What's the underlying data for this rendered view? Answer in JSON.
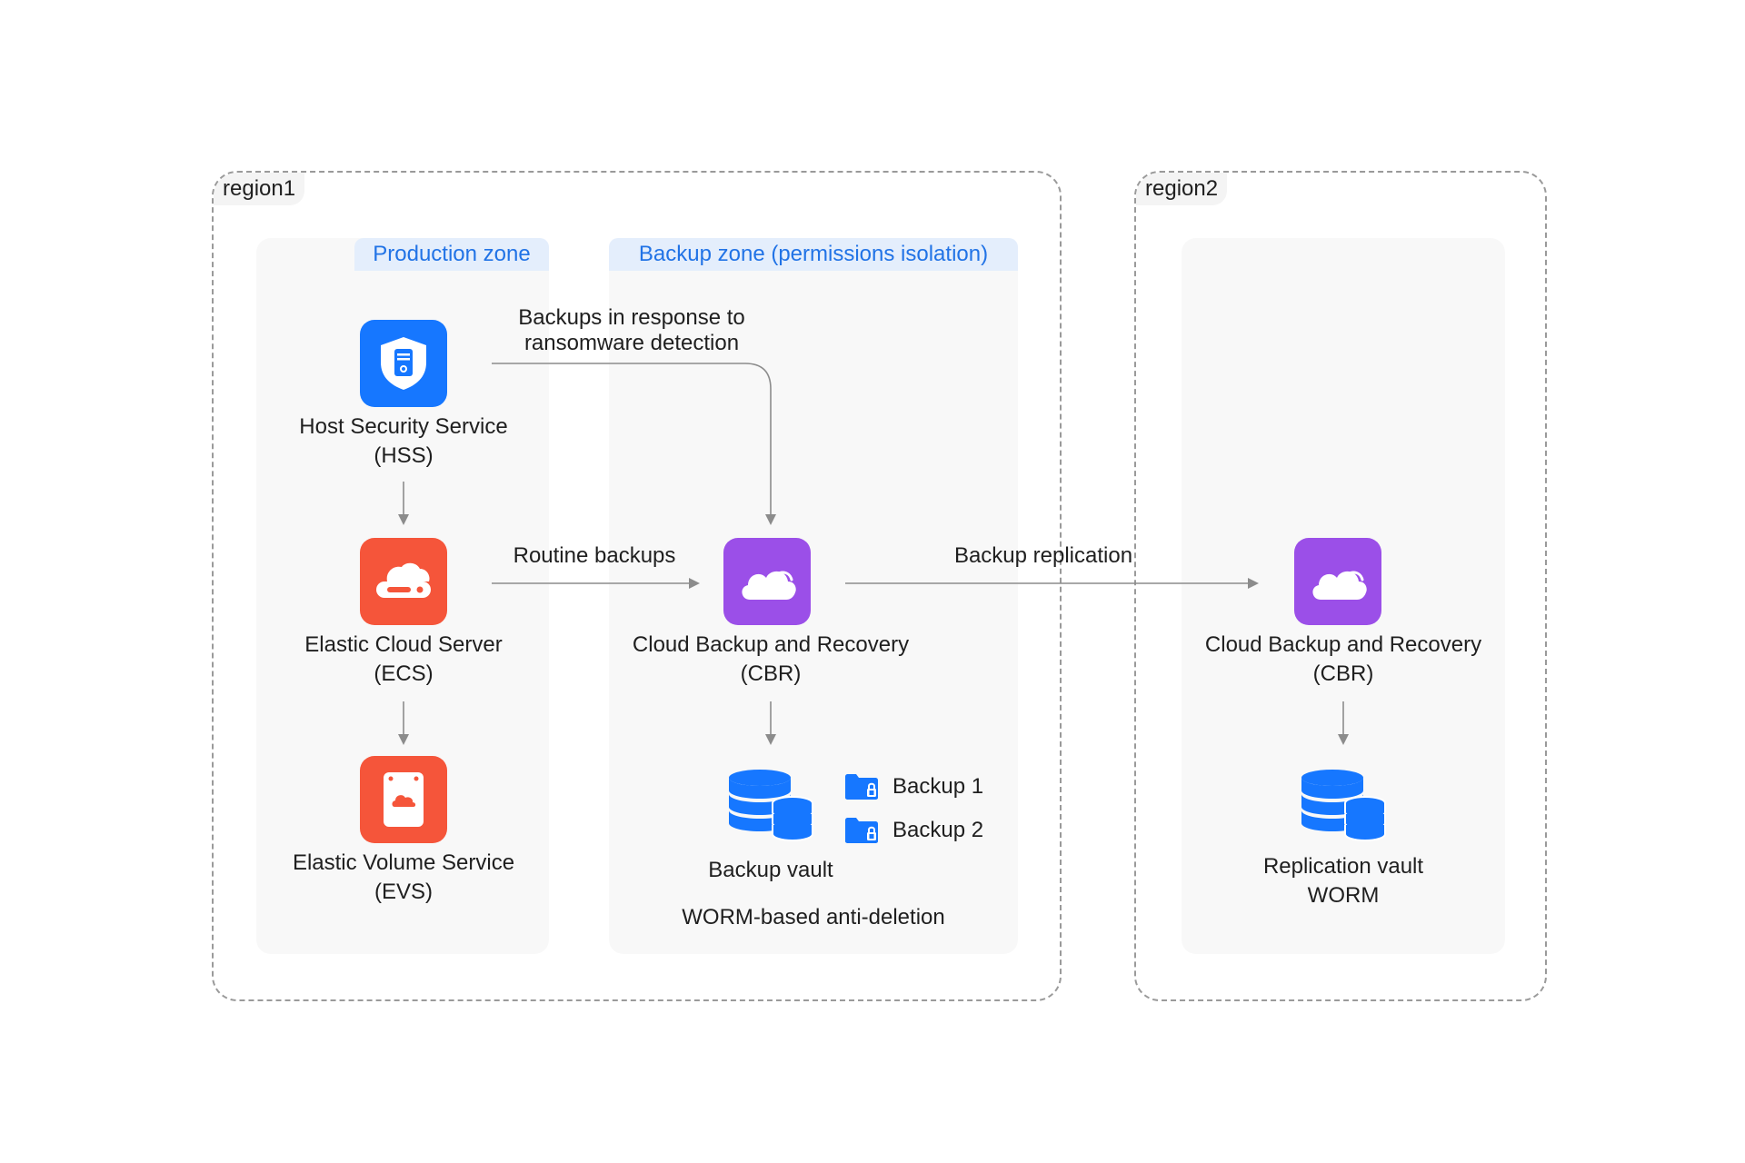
{
  "regions": {
    "region1": "region1",
    "region2": "region2"
  },
  "zones": {
    "production": "Production zone",
    "backup": "Backup zone (permissions isolation)"
  },
  "nodes": {
    "hss": {
      "line1": "Host Security Service",
      "line2": "(HSS)",
      "icon": "shield-icon",
      "color": "#1677ff"
    },
    "ecs": {
      "line1": "Elastic Cloud Server",
      "line2": "(ECS)",
      "icon": "server-icon",
      "color": "#f5553a"
    },
    "evs": {
      "line1": "Elastic Volume Service",
      "line2": "(EVS)",
      "icon": "disk-icon",
      "color": "#f5553a"
    },
    "cbr1": {
      "line1": "Cloud Backup and Recovery",
      "line2": "(CBR)",
      "icon": "cloud-icon",
      "color": "#9b4fe8"
    },
    "cbr2": {
      "line1": "Cloud Backup and Recovery",
      "line2": "(CBR)",
      "icon": "cloud-icon",
      "color": "#9b4fe8"
    },
    "backup_vault": {
      "label": "Backup vault",
      "note": "WORM-based anti-deletion",
      "icon": "database-icon"
    },
    "replication_vault": {
      "line1": "Replication vault",
      "line2": "WORM",
      "icon": "database-icon"
    }
  },
  "backups": [
    {
      "label": "Backup 1",
      "icon": "locked-folder-icon"
    },
    {
      "label": "Backup 2",
      "icon": "locked-folder-icon"
    }
  ],
  "edges": {
    "ransomware": {
      "line1": "Backups in response to",
      "line2": "ransomware detection"
    },
    "routine": "Routine backups",
    "replication": "Backup replication"
  },
  "colors": {
    "accent_blue": "#1677ff",
    "zone_tag_text": "#2173e6",
    "arrow": "#8c8c8c"
  }
}
